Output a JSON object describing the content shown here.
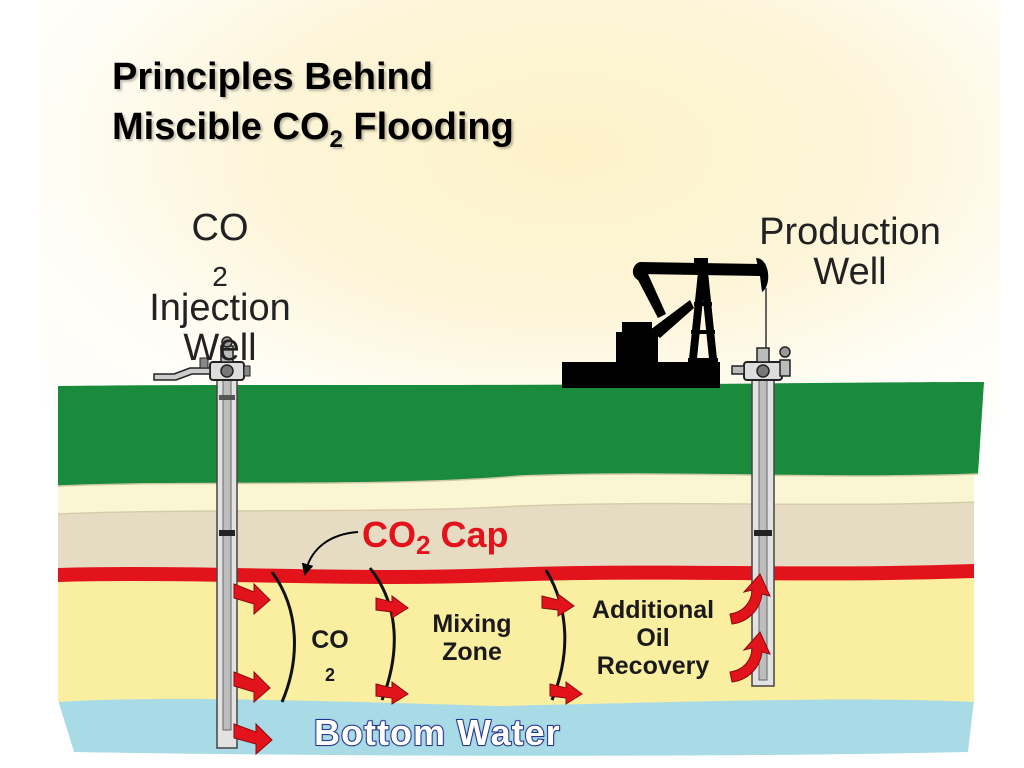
{
  "title": {
    "line1": "Principles Behind",
    "line2_prefix": "Miscible CO",
    "line2_sub": "2",
    "line2_suffix": " Flooding"
  },
  "injection_well": {
    "line1_prefix": "CO",
    "line1_sub": "2",
    "line2": "Injection",
    "line3": "Well"
  },
  "production_well": {
    "line1": "Production",
    "line2": "Well"
  },
  "co2_cap": {
    "prefix": "CO",
    "sub": "2",
    "suffix": " Cap"
  },
  "zones": {
    "co2": {
      "prefix": "CO",
      "sub": "2"
    },
    "mixing": {
      "line1": "Mixing",
      "line2": "Zone"
    },
    "oil": {
      "line1": "Additional",
      "line2": "Oil",
      "line3": "Recovery"
    }
  },
  "bottom_water": "Bottom Water",
  "colors": {
    "surface_green": "#1a8a3c",
    "co2_cap_red": "#e3131b",
    "oil_yellow": "#faeea0",
    "water_blue": "#a9dbe6",
    "arrow_red": "#e3131b"
  }
}
